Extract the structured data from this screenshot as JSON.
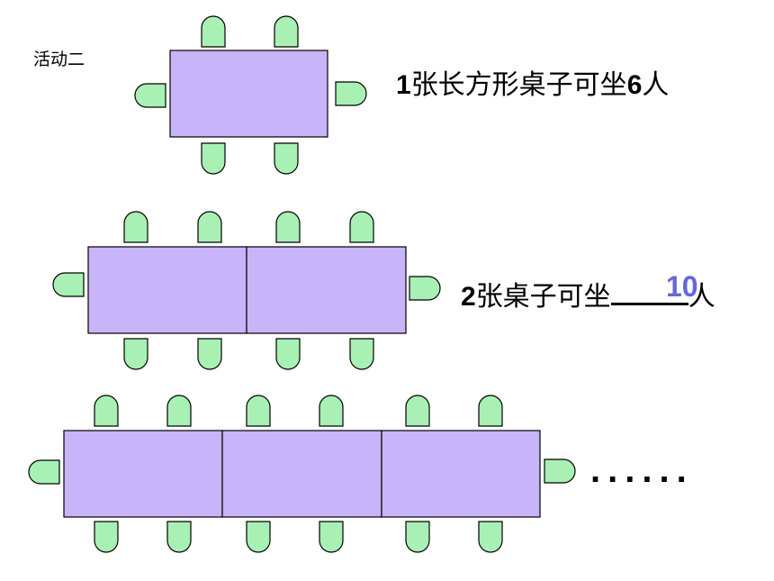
{
  "activity_label": "活动二",
  "caption1": {
    "num_a": "1",
    "text_a": "张长方形桌子可坐",
    "num_b": "6",
    "text_b": "人"
  },
  "caption2": {
    "num": "2",
    "text_a": "张桌子可坐",
    "answer": "10",
    "text_b": "人"
  },
  "ellipsis": "......",
  "colors": {
    "table": "#c8b4f8",
    "chair": "#a8f0b4",
    "answer": "#6666dd"
  }
}
